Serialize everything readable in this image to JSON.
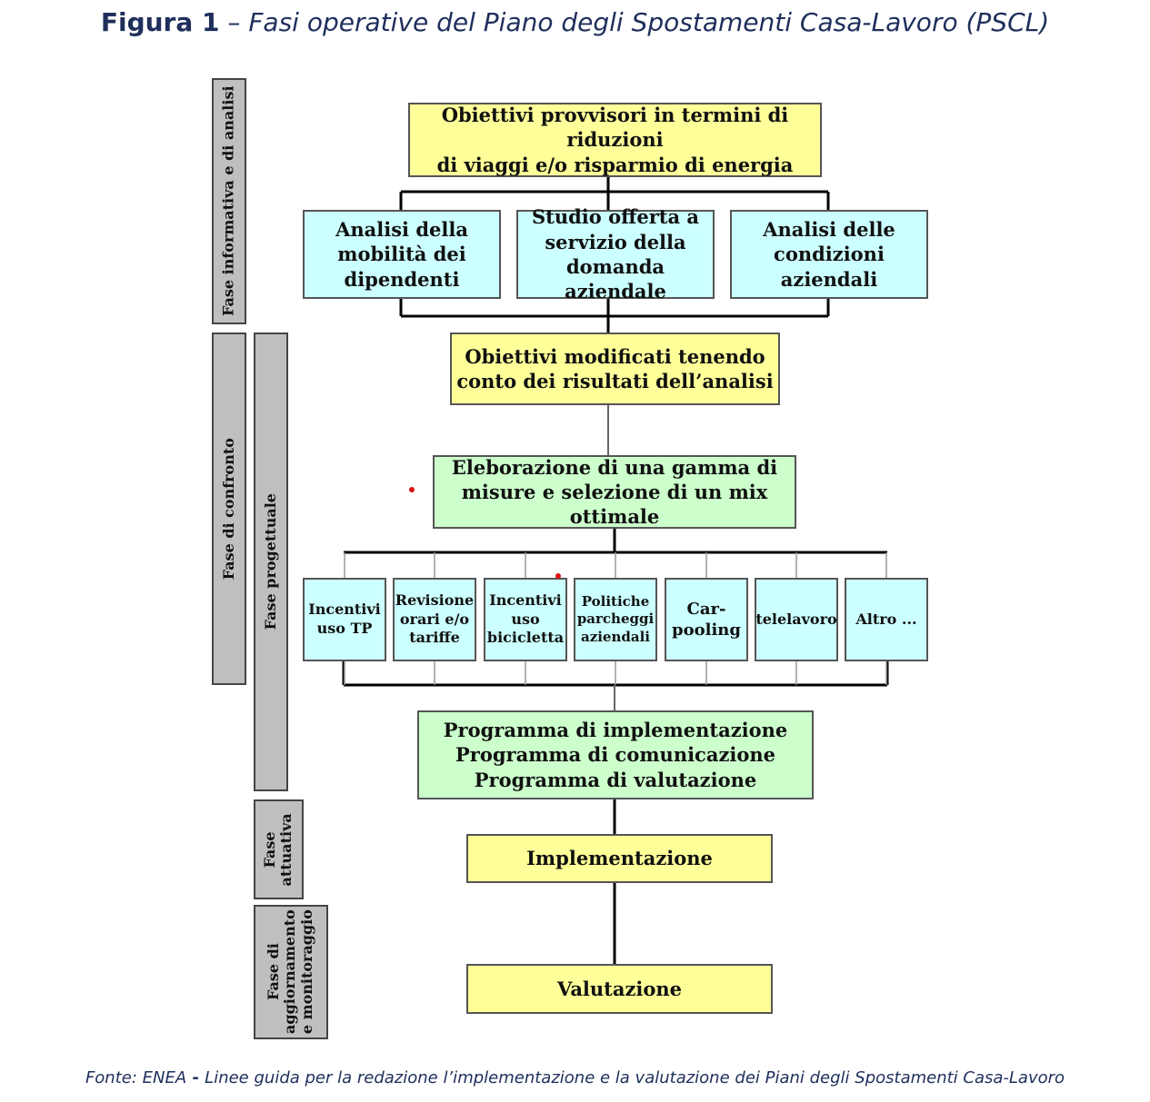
{
  "figure": {
    "label": "Figura 1",
    "separator": " – ",
    "caption": "Fasi operative del Piano degli Spostamenti Casa-Lavoro (PSCL)"
  },
  "phases": {
    "informativa": "Fase informativa e di analisi",
    "confronto": "Fase di confronto",
    "progettuale": "Fase progettuale",
    "attuativa": "Fase\nattuativa",
    "aggiornamento": "Fase di\naggiornamento\ne monitoraggio"
  },
  "nodes": {
    "obiettivi_provvisori": "Obiettivi provvisori in termini di riduzioni\ndi viaggi e/o risparmio di energia",
    "analisi_mobilita": "Analisi della\nmobilità dei\ndipendenti",
    "studio_offerta": "Studio offerta a\nservizio della\ndomanda aziendale",
    "analisi_condizioni": "Analisi delle\ncondizioni aziendali",
    "obiettivi_modificati": "Obiettivi modificati tenendo\nconto dei risultati dell’analisi",
    "elaborazione": "Eleborazione di una gamma di\nmisure e selezione di un mix ottimale",
    "programmi": "Programma di implementazione\nProgramma di comunicazione\nProgramma di valutazione",
    "implementazione": "Implementazione",
    "valutazione": "Valutazione"
  },
  "measures": [
    "Incentivi\nuso TP",
    "Revisione\norari e/o\ntariffe",
    "Incentivi\nuso\nbicicletta",
    "Politiche\nparcheggi\naziendali",
    "Car-\npooling",
    "telelavoro",
    "Altro ..."
  ],
  "source": {
    "org": "Fonte: ENEA",
    "dash": " - ",
    "text": "Linee guida per la redazione l’implementazione e la valutazione dei Piani degli Spostamenti Casa-Lavoro"
  },
  "colors": {
    "yellow": "#ffff99",
    "cyan": "#ccffff",
    "green": "#ccffcc",
    "phase_grey": "#bfbfbf",
    "title_blue": "#1f2f5c"
  }
}
